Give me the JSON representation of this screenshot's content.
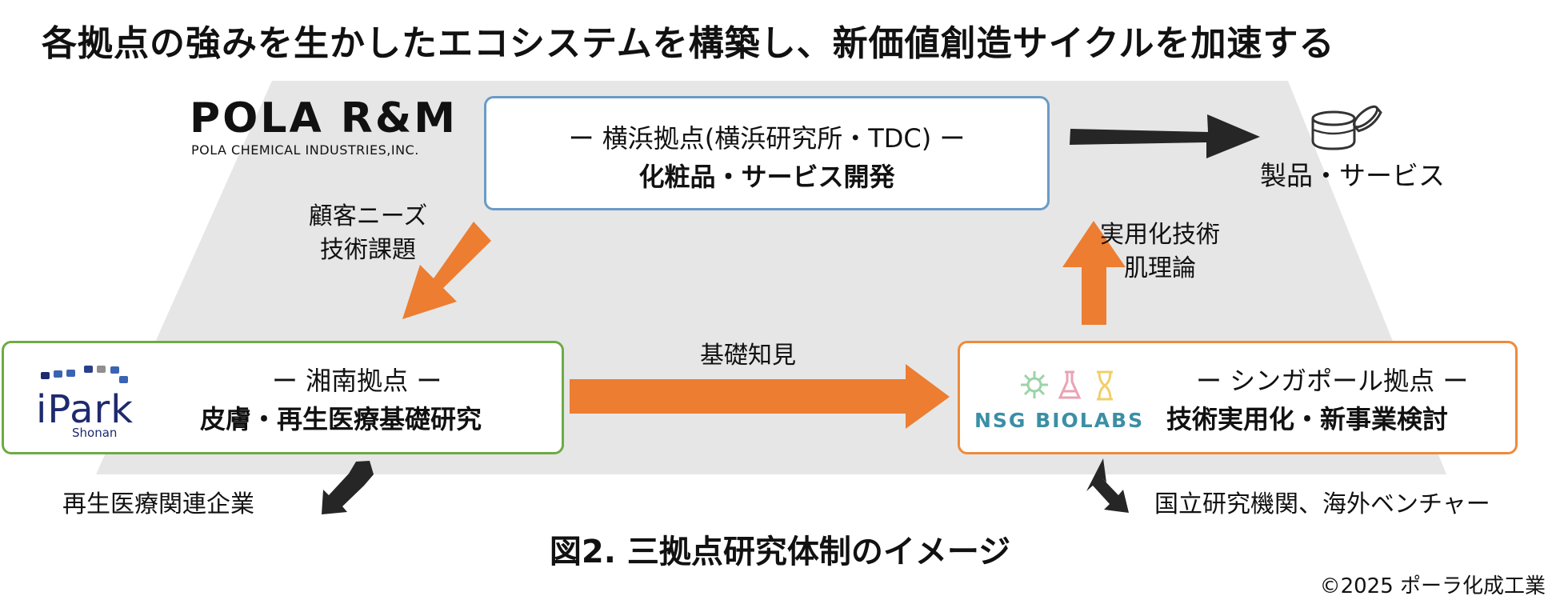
{
  "headline": "各拠点の強みを生かしたエコシステムを構築し、新価値創造サイクルを加速する",
  "nodes": {
    "yokohama": {
      "sub": "ー 横浜拠点(横浜研究所・TDC) ー",
      "main": "化粧品・サービス開発"
    },
    "shonan": {
      "sub": "ー 湘南拠点 ー",
      "main": "皮膚・再生医療基礎研究"
    },
    "singapore": {
      "sub": "ー シンガポール拠点 ー",
      "main": "技術実用化・新事業検討"
    }
  },
  "logos": {
    "polarm": {
      "name": "POLA R&M",
      "sub": "POLA CHEMICAL INDUSTRIES,INC."
    },
    "ipark": {
      "name": "iPark",
      "sub": "Shonan"
    },
    "nsg": {
      "name": "NSG BIOLABS"
    }
  },
  "edges": {
    "needs": [
      "顧客ニーズ",
      "技術課題"
    ],
    "tech": [
      "実用化技術",
      "肌理論"
    ],
    "basic": "基礎知見",
    "product": "製品・サービス",
    "regen": "再生医療関連企業",
    "research": "国立研究機関、海外ベンチャー"
  },
  "caption": "図2. 三拠点研究体制のイメージ",
  "copyright": "©2025 ポーラ化成工業",
  "colors": {
    "arrow_orange": "#ed7d31",
    "arrow_dark": "#262626",
    "trapezoid": "#e6e6e6",
    "yokohama_border": "#6a9bc7",
    "shonan_border": "#6dab44",
    "singapore_border": "#ef8a3b",
    "ipark_navy": "#1e2a6e",
    "nsg_teal": "#3b8fa5"
  },
  "icons": [
    "cosmetic-jar-icon",
    "bacteria-icon",
    "flask-icon",
    "hourglass-icon"
  ]
}
